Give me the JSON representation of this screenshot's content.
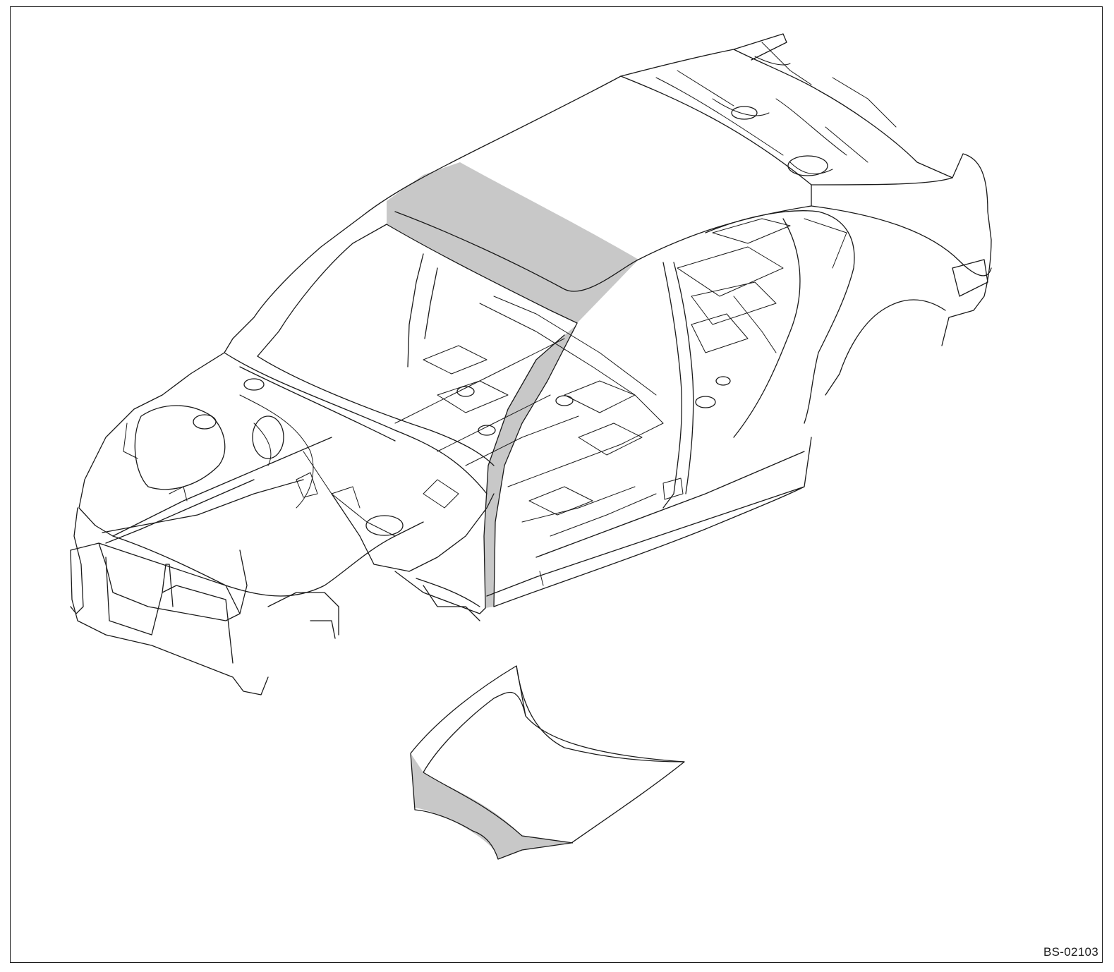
{
  "figure": {
    "reference_code": "BS-02103",
    "line_color": "#1a1a1a",
    "highlight_color": "#c8c8c8",
    "background_color": "#ffffff",
    "components": [
      "body-shell",
      "hood-panel"
    ],
    "highlighted_regions": [
      "roof-front-section",
      "front-pillar-right",
      "hood-front-edge"
    ]
  }
}
